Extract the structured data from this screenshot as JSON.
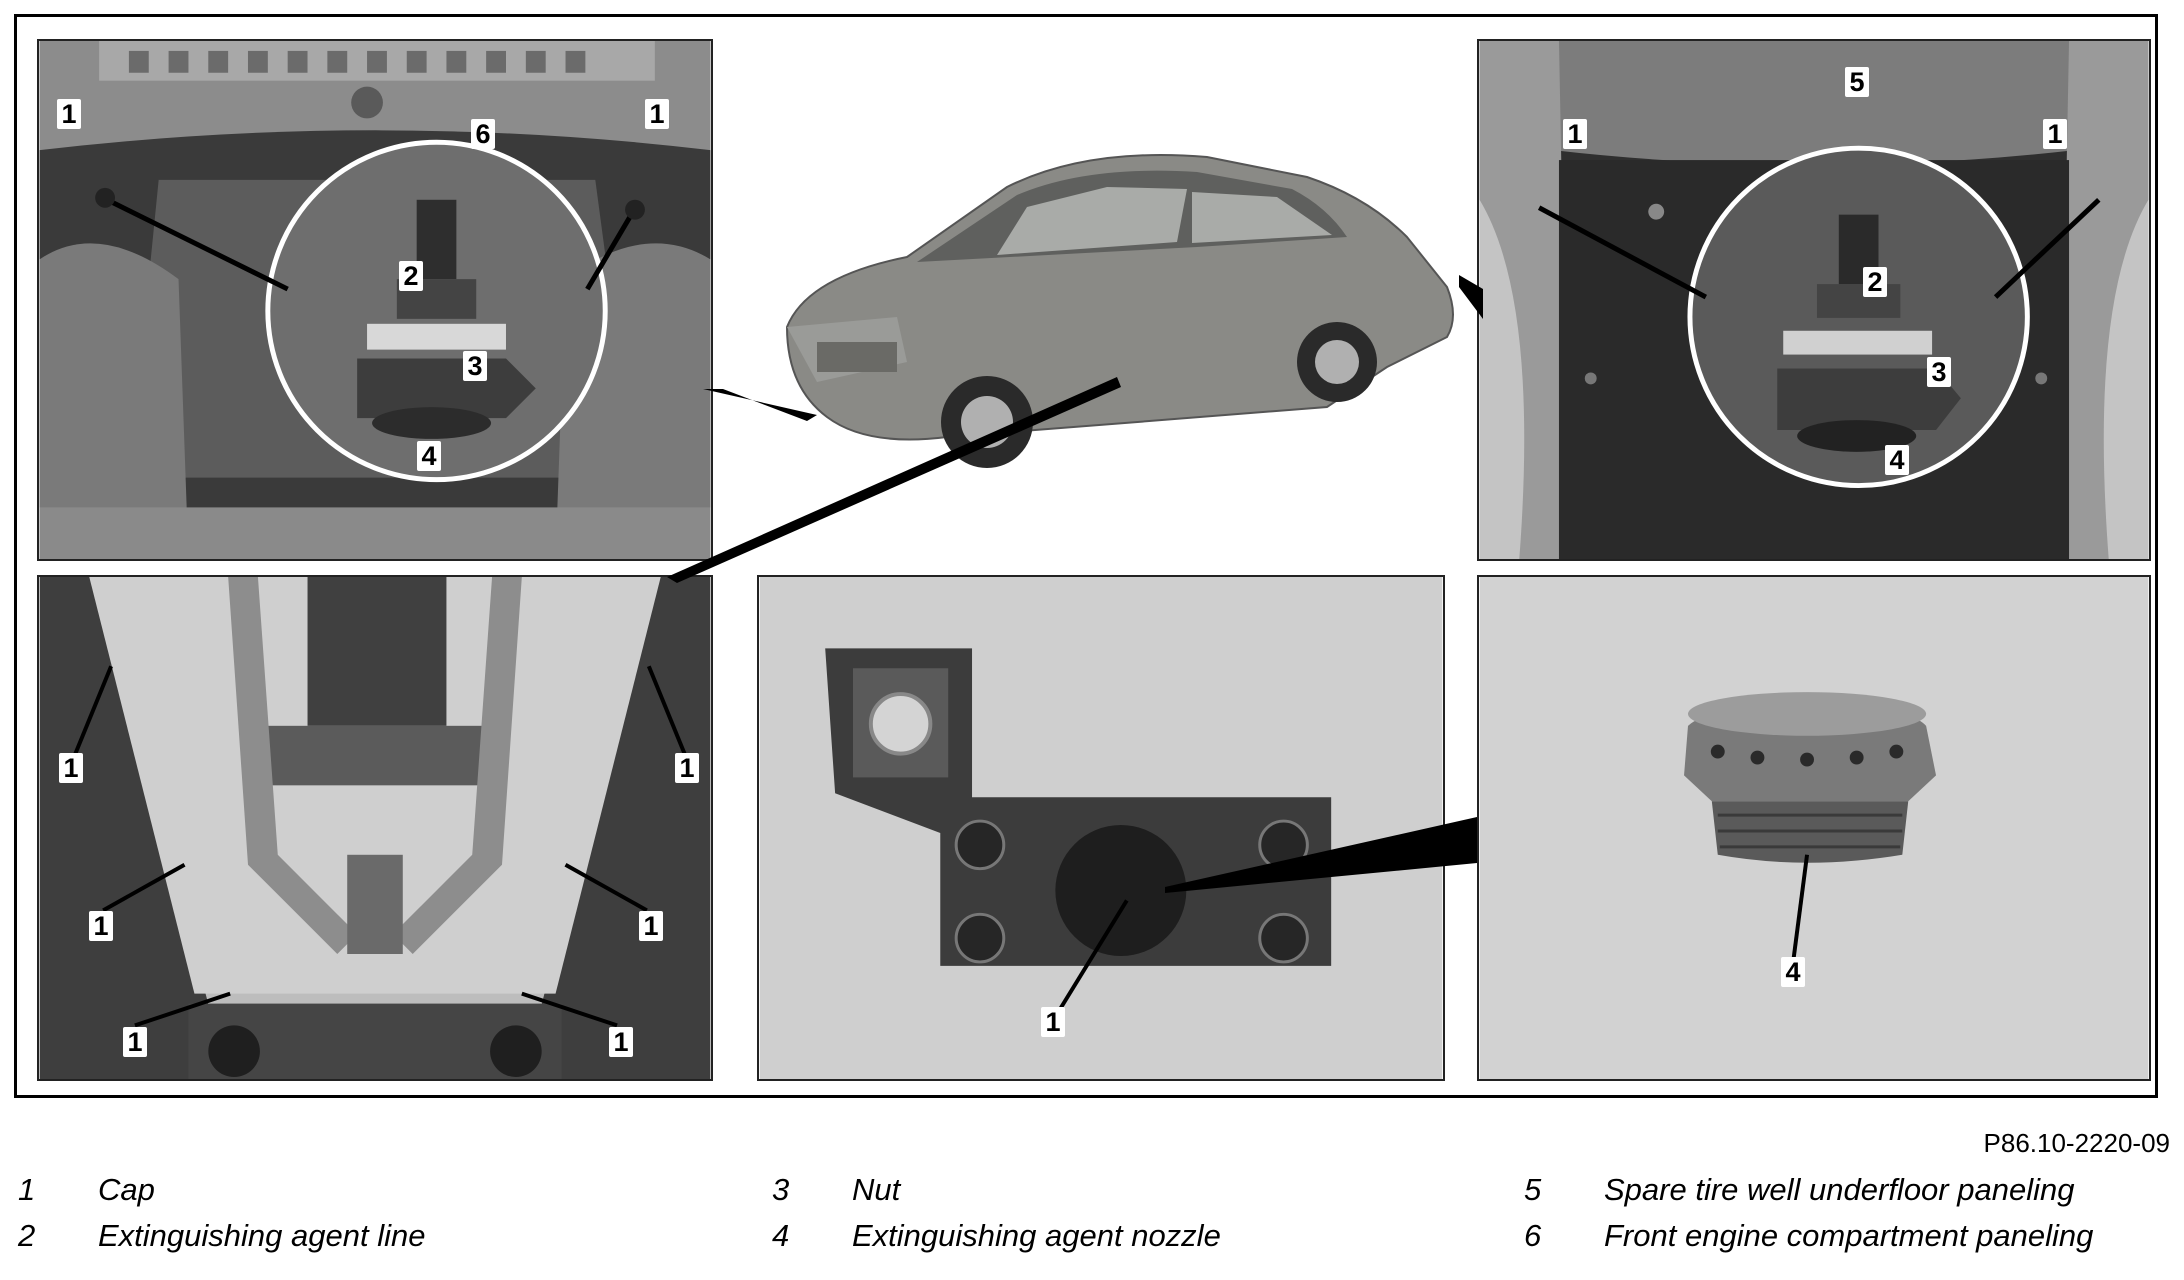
{
  "diagram": {
    "reference_code": "P86.10-2220-09",
    "panels": {
      "front_under": {
        "callouts": [
          "1",
          "6",
          "1",
          "2",
          "3",
          "4"
        ]
      },
      "rear_under": {
        "callouts": [
          "5",
          "1",
          "1",
          "2",
          "3",
          "4"
        ]
      },
      "underbody": {
        "callouts": [
          "1",
          "1",
          "1",
          "1",
          "1",
          "1"
        ]
      },
      "bracket": {
        "callouts": [
          "1"
        ]
      },
      "nozzle": {
        "callouts": [
          "4"
        ]
      }
    },
    "legend": [
      {
        "number": "1",
        "text": "Cap"
      },
      {
        "number": "2",
        "text": "Extinguishing agent line"
      },
      {
        "number": "3",
        "text": "Nut"
      },
      {
        "number": "4",
        "text": "Extinguishing agent nozzle"
      },
      {
        "number": "5",
        "text": "Spare tire well underfloor paneling"
      },
      {
        "number": "6",
        "text": "Front engine compartment paneling"
      }
    ],
    "colors": {
      "photo_dark": "#3a3a3a",
      "photo_mid": "#6e6e6e",
      "photo_light": "#b9b9b9",
      "panel_bg": "#cfcfcf",
      "car_body": "#8a8a86"
    }
  }
}
